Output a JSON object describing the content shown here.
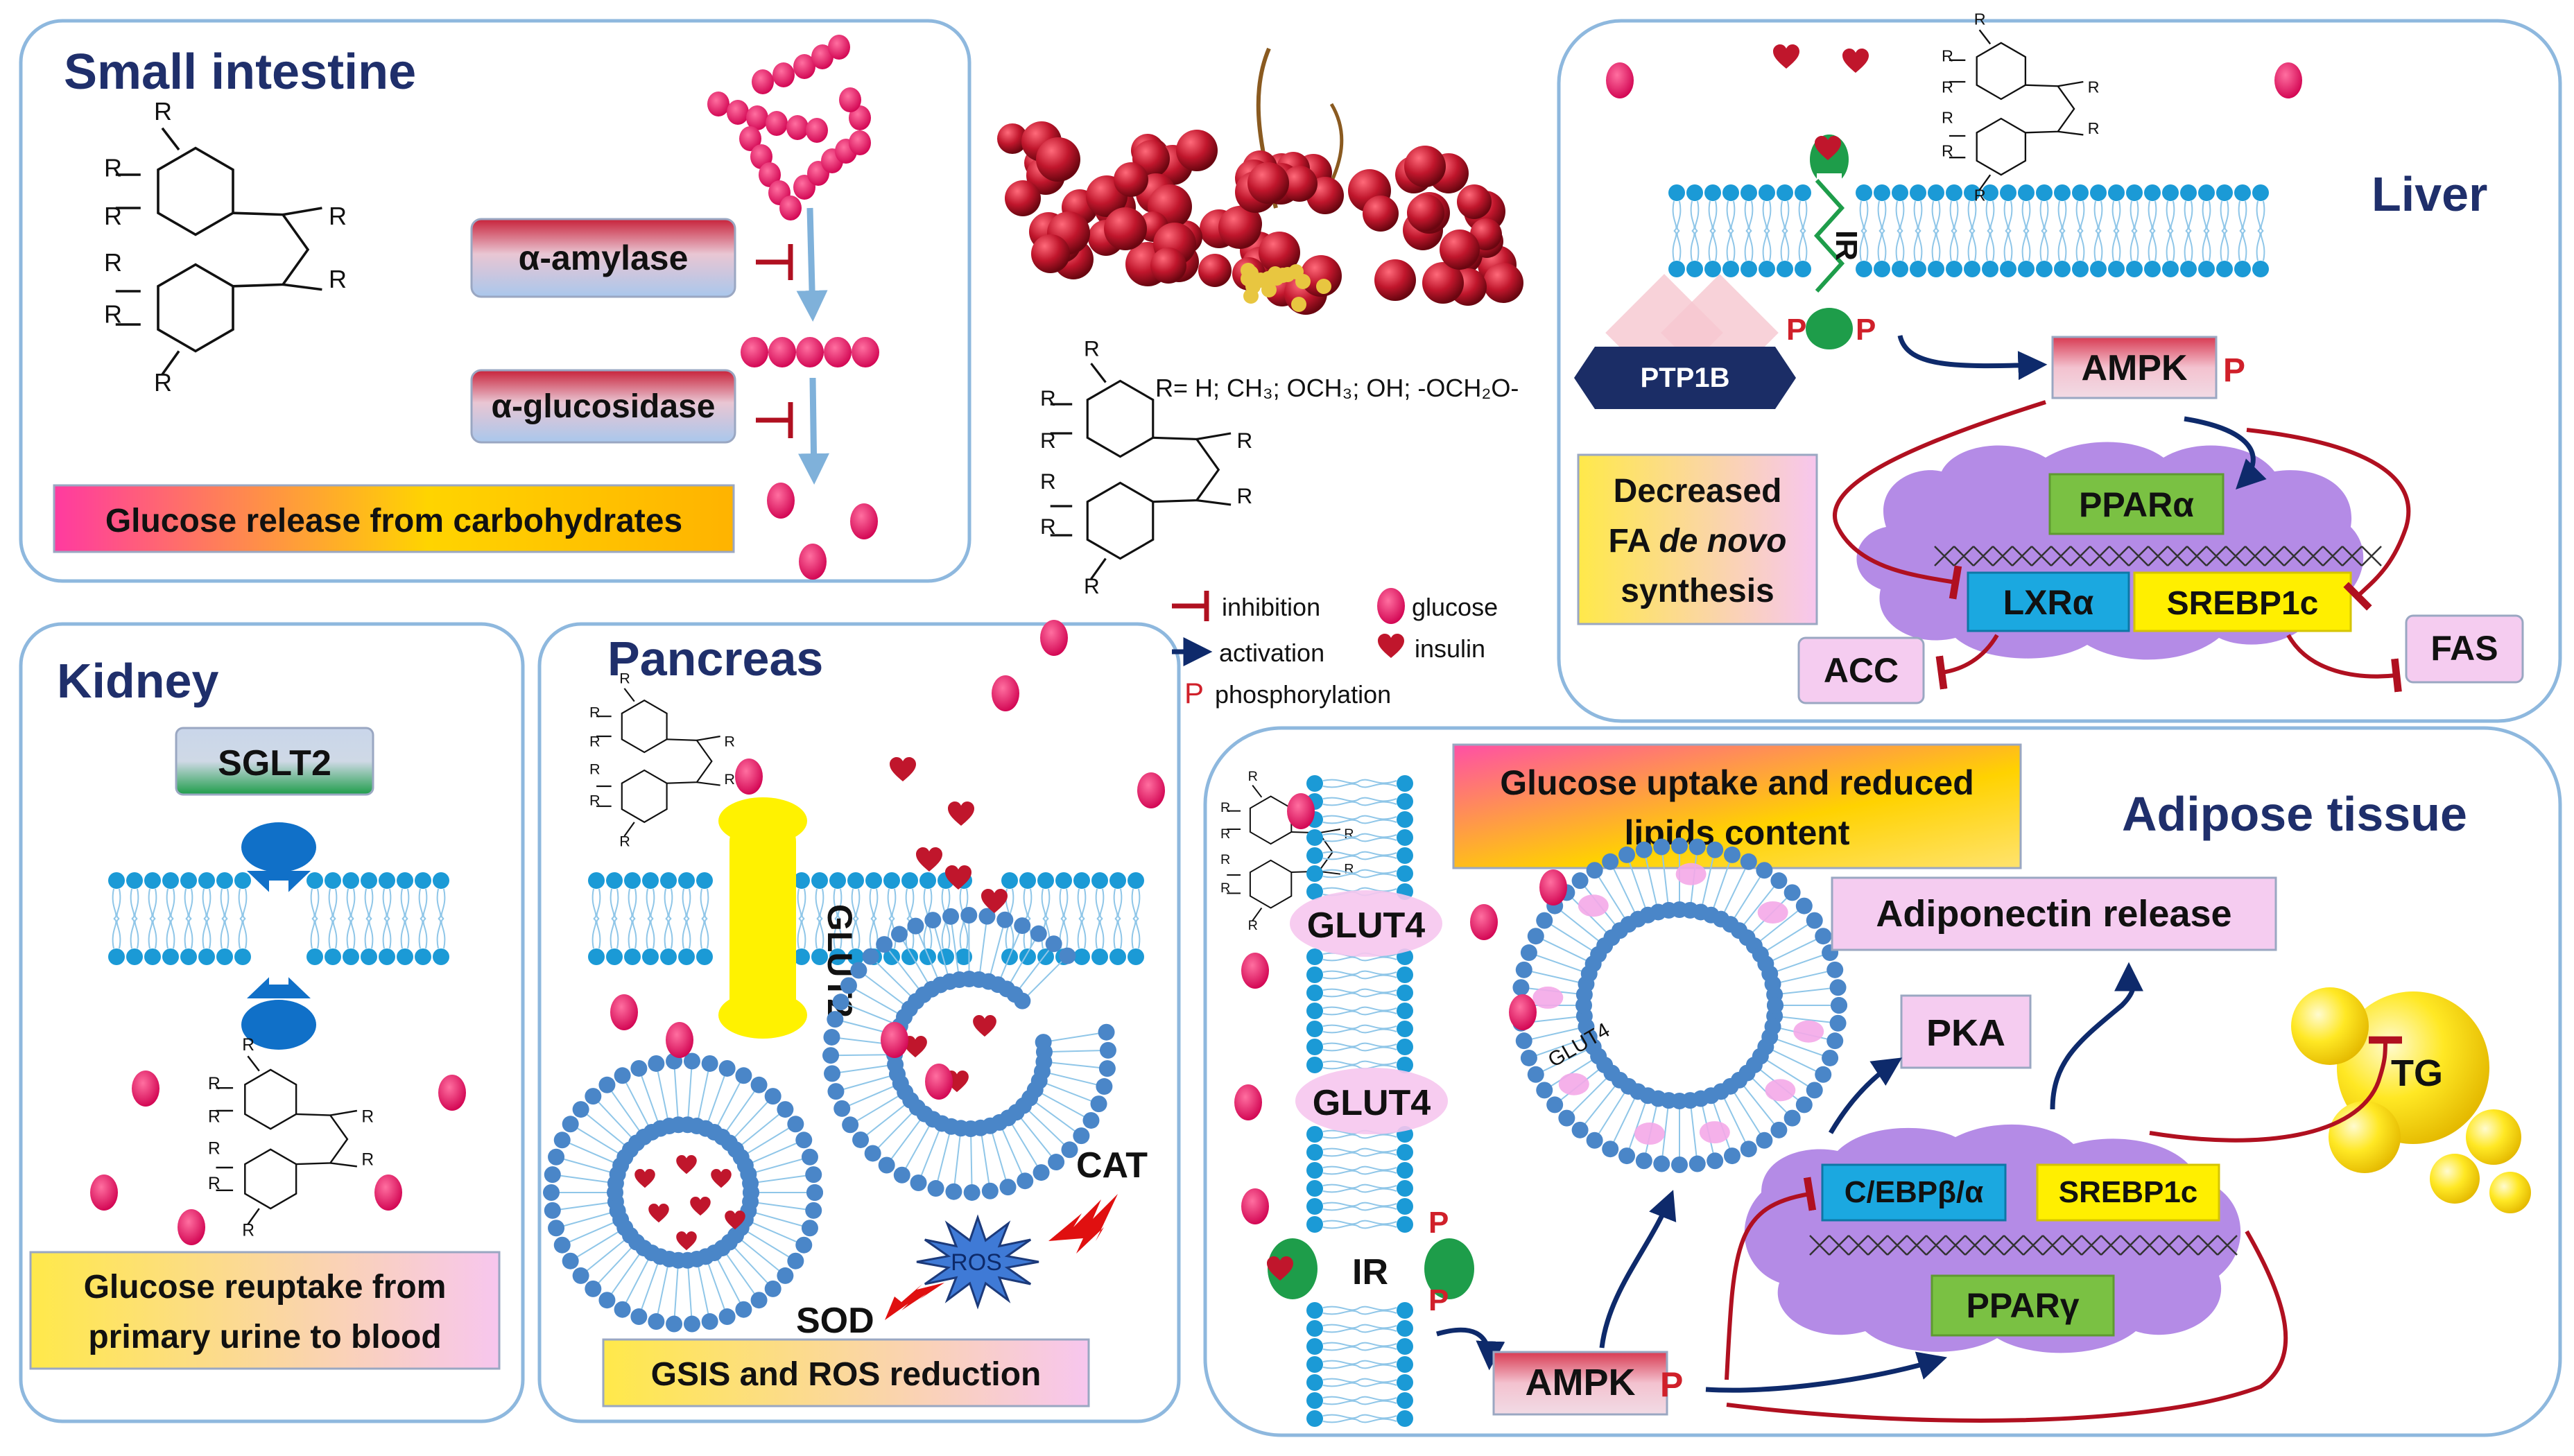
{
  "panels": {
    "small_intestine": {
      "title": "Small intestine",
      "amylase": "α-amylase",
      "glucosidase": "α-glucosidase",
      "note": "Glucose release from carbohydrates"
    },
    "liver": {
      "title": "Liver",
      "ir": "IR",
      "ptp1b": "PTP1B",
      "ampk": "AMPK",
      "ppar_a": "PPARα",
      "lxr_a": "LXRα",
      "srebp1c": "SREBP1c",
      "acc": "ACC",
      "fas": "FAS",
      "note_line1": "Decreased",
      "note_line2_a": "FA ",
      "note_line2_b": "de novo",
      "note_line3": "synthesis"
    },
    "kidney": {
      "title": "Kidney",
      "sglt2": "SGLT2",
      "note_line1": "Glucose reuptake from",
      "note_line2": "primary urine to blood"
    },
    "pancreas": {
      "title": "Pancreas",
      "glut2": "GLUT2",
      "ros": "ROS",
      "cat": "CAT",
      "sod": "SOD",
      "note": "GSIS and ROS reduction"
    },
    "adipose": {
      "title": "Adipose tissue",
      "glut4": "GLUT4",
      "glut4_small": "GLUT4",
      "ir": "IR",
      "ampk": "AMPK",
      "pka": "PKA",
      "adiponectin": "Adiponectin release",
      "tg": "TG",
      "cebp": "C/EBPβ/α",
      "srebp1c": "SREBP1c",
      "ppar_g": "PPARγ",
      "note_line1": "Glucose uptake and reduced",
      "note_line2": "lipids content"
    }
  },
  "center": {
    "r_definition": "R= H; CH₃; OCH₃; OH; -OCH₂O-",
    "legend": {
      "inhibition": "inhibition",
      "activation": "activation",
      "phosphorylation": "phosphorylation",
      "glucose": "glucose",
      "insulin": "insulin"
    }
  },
  "symbols": {
    "phospho": "P",
    "r_group": "R"
  },
  "colors": {
    "title": "#1f2f6b",
    "glucose": "#e0155f",
    "insulin": "#c0162c",
    "lipid_head": "#1b9ad6",
    "vesicle_head": "#4a86c8",
    "nucleus": "#b48be6",
    "inhibit": "#b01020",
    "activate": "#0e2a6b"
  }
}
